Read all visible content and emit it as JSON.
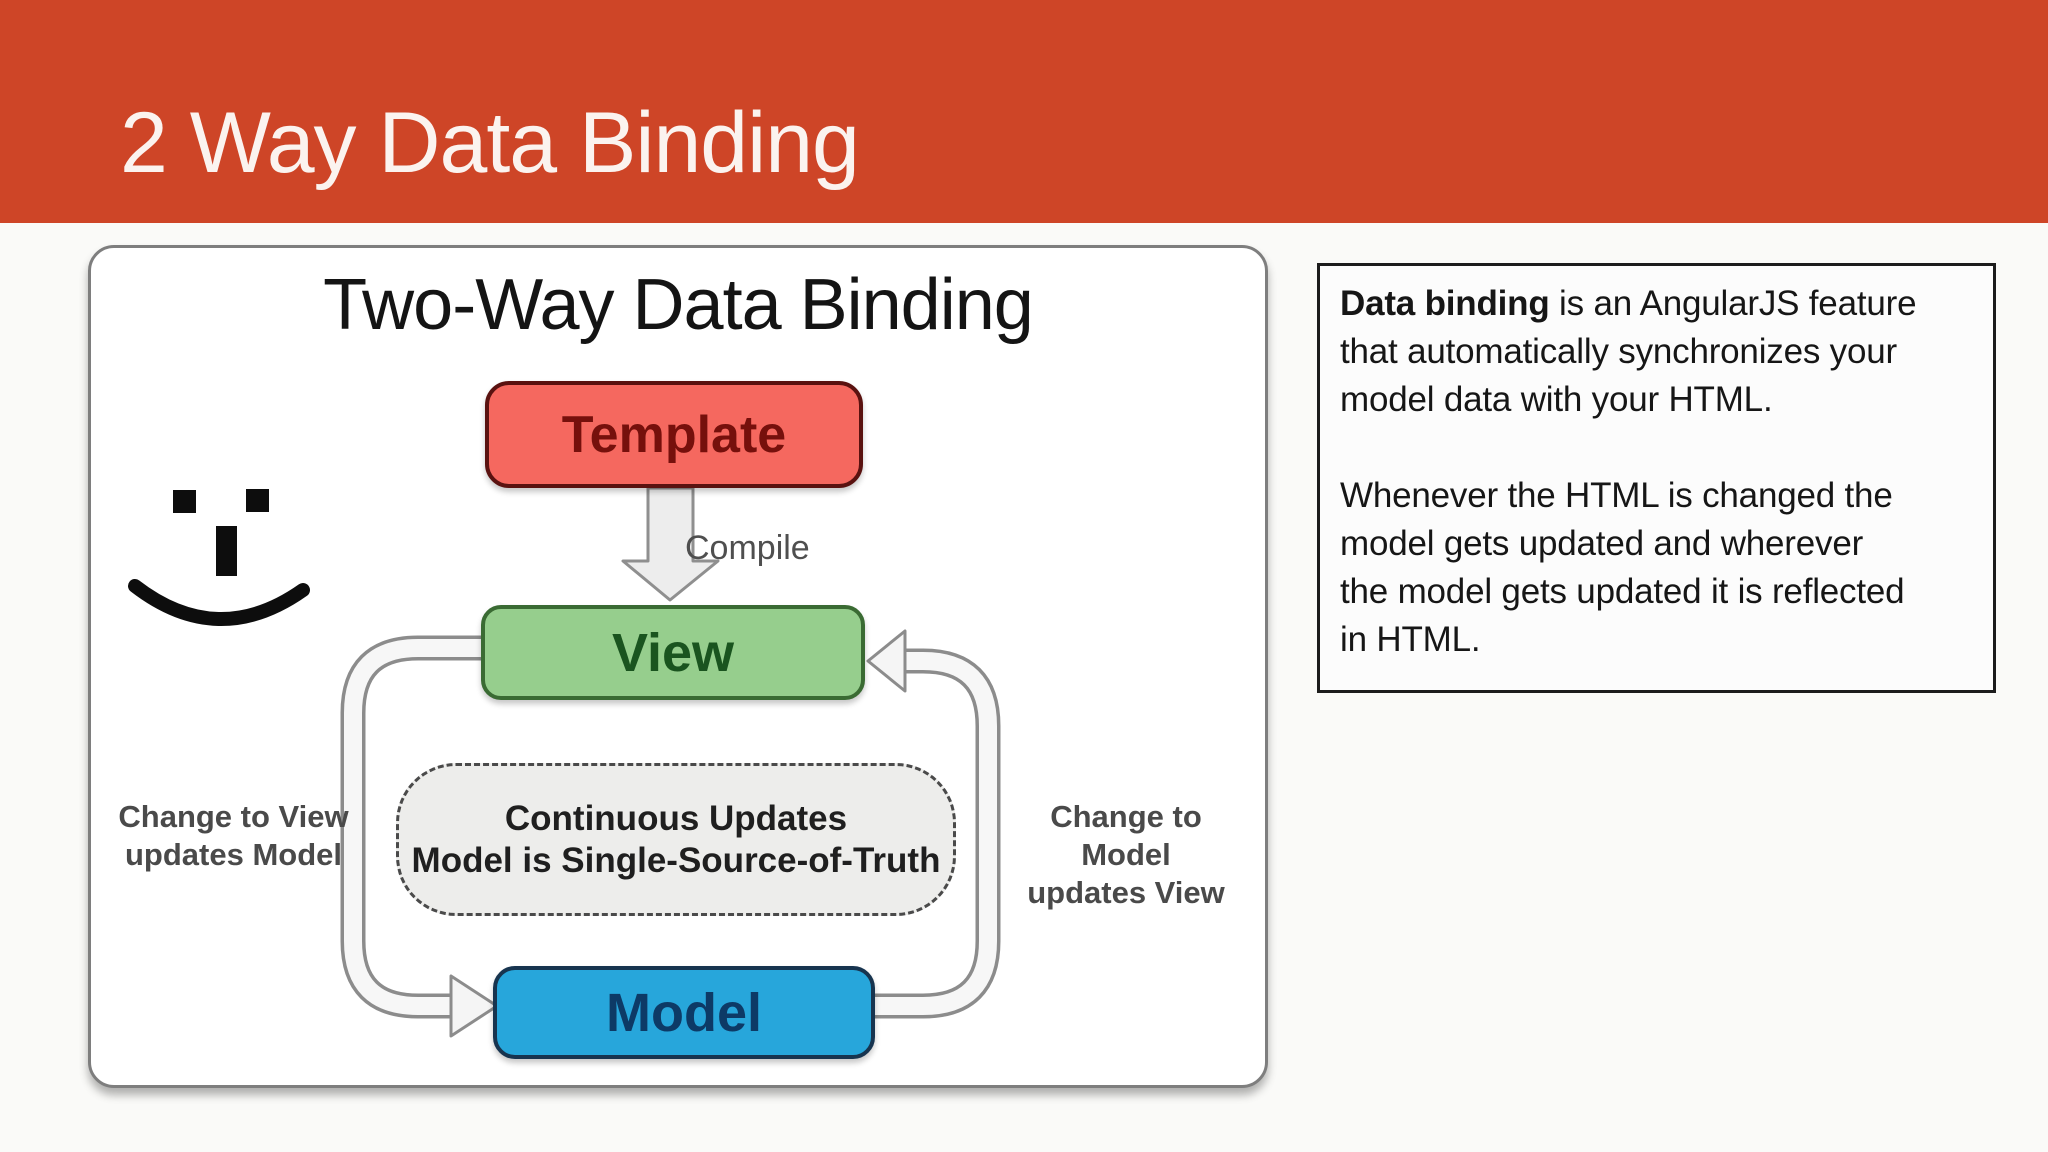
{
  "slide": {
    "title": "2 Way Data Binding",
    "band_color": "#CE4527"
  },
  "diagram": {
    "title": "Two-Way Data Binding",
    "template_label": "Template",
    "view_label": "View",
    "model_label": "Model",
    "compile_label": "Compile",
    "center_note": "Continuous Updates\nModel is Single-Source-of-Truth",
    "left_caption": "Change to View\nupdates Model",
    "right_caption": "Change to Model\nupdates View",
    "colors": {
      "template_fill": "#F5685F",
      "view_fill": "#96CE8D",
      "model_fill": "#27A6DB",
      "pipe_outline": "#8C8C8C"
    }
  },
  "infobox": {
    "lead_bold": "Data binding",
    "p1_rest": " is an AngularJS feature\nthat automatically synchronizes your\nmodel data with your HTML.",
    "p2": "Whenever the HTML is changed the\nmodel gets updated and wherever\nthe model gets updated it is reflected\nin HTML."
  }
}
